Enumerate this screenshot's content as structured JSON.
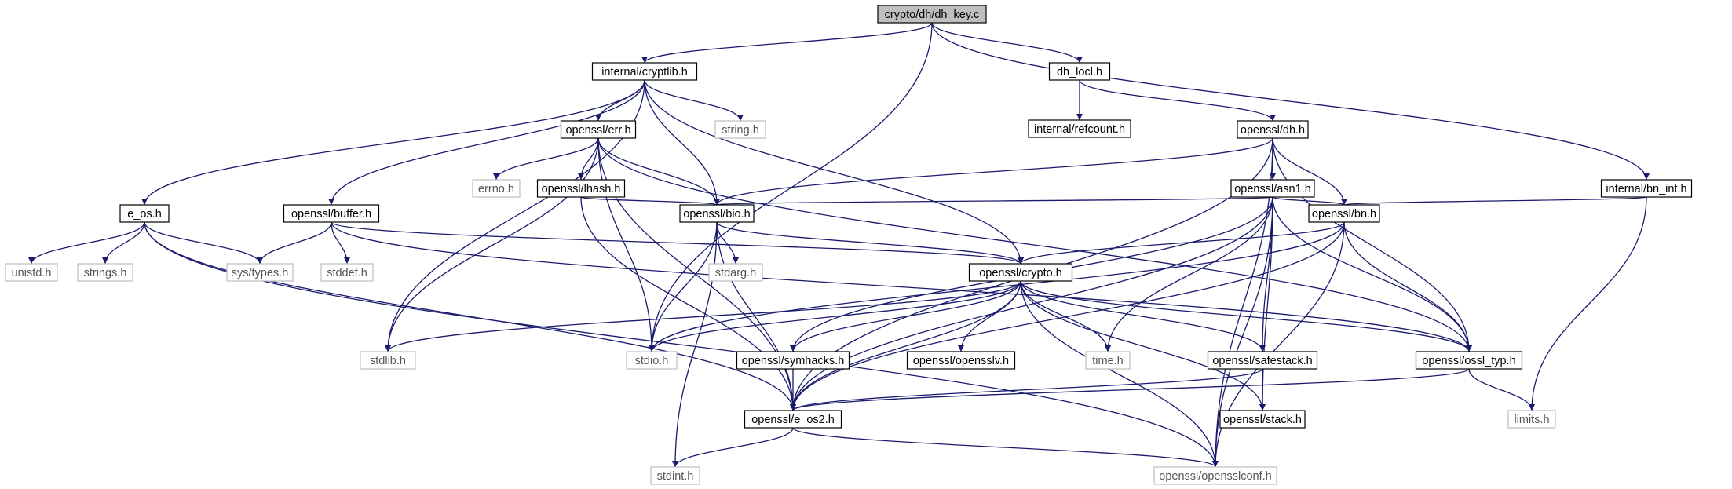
{
  "graph": {
    "colors": {
      "edge": "#1a1a6e",
      "root_fill": "#bfbfbf",
      "node_border": "#000000",
      "external_border": "#bfbfbf",
      "external_text": "#555555"
    },
    "nodes": [
      {
        "id": "dh_key_c",
        "label": "crypto/dh/dh_key.c",
        "kind": "root"
      },
      {
        "id": "internal_cryptlib_h",
        "label": "internal/cryptlib.h",
        "kind": "file"
      },
      {
        "id": "dh_locl_h",
        "label": "dh_locl.h",
        "kind": "file"
      },
      {
        "id": "internal_refcount_h",
        "label": "internal/refcount.h",
        "kind": "file"
      },
      {
        "id": "openssl_err_h",
        "label": "openssl/err.h",
        "kind": "file"
      },
      {
        "id": "string_h",
        "label": "string.h",
        "kind": "external"
      },
      {
        "id": "openssl_dh_h",
        "label": "openssl/dh.h",
        "kind": "file"
      },
      {
        "id": "errno_h",
        "label": "errno.h",
        "kind": "external"
      },
      {
        "id": "openssl_lhash_h",
        "label": "openssl/lhash.h",
        "kind": "file"
      },
      {
        "id": "openssl_asn1_h",
        "label": "openssl/asn1.h",
        "kind": "file"
      },
      {
        "id": "internal_bn_int_h",
        "label": "internal/bn_int.h",
        "kind": "file"
      },
      {
        "id": "e_os_h",
        "label": "e_os.h",
        "kind": "file"
      },
      {
        "id": "openssl_buffer_h",
        "label": "openssl/buffer.h",
        "kind": "file"
      },
      {
        "id": "openssl_bio_h",
        "label": "openssl/bio.h",
        "kind": "file"
      },
      {
        "id": "openssl_bn_h",
        "label": "openssl/bn.h",
        "kind": "file"
      },
      {
        "id": "unistd_h",
        "label": "unistd.h",
        "kind": "external"
      },
      {
        "id": "strings_h",
        "label": "strings.h",
        "kind": "external"
      },
      {
        "id": "sys_types_h",
        "label": "sys/types.h",
        "kind": "external"
      },
      {
        "id": "stddef_h",
        "label": "stddef.h",
        "kind": "external"
      },
      {
        "id": "stdarg_h",
        "label": "stdarg.h",
        "kind": "external"
      },
      {
        "id": "openssl_crypto_h",
        "label": "openssl/crypto.h",
        "kind": "file"
      },
      {
        "id": "stdlib_h",
        "label": "stdlib.h",
        "kind": "external"
      },
      {
        "id": "stdio_h",
        "label": "stdio.h",
        "kind": "external"
      },
      {
        "id": "openssl_symhacks_h",
        "label": "openssl/symhacks.h",
        "kind": "file"
      },
      {
        "id": "openssl_opensslv_h",
        "label": "openssl/opensslv.h",
        "kind": "file"
      },
      {
        "id": "time_h",
        "label": "time.h",
        "kind": "external"
      },
      {
        "id": "openssl_safestack_h",
        "label": "openssl/safestack.h",
        "kind": "file"
      },
      {
        "id": "openssl_ossl_typ_h",
        "label": "openssl/ossl_typ.h",
        "kind": "file"
      },
      {
        "id": "openssl_e_os2_h",
        "label": "openssl/e_os2.h",
        "kind": "file"
      },
      {
        "id": "openssl_stack_h",
        "label": "openssl/stack.h",
        "kind": "file"
      },
      {
        "id": "limits_h",
        "label": "limits.h",
        "kind": "external"
      },
      {
        "id": "stdint_h",
        "label": "stdint.h",
        "kind": "external"
      },
      {
        "id": "openssl_opensslconf_h",
        "label": "openssl/opensslconf.h",
        "kind": "external"
      }
    ],
    "edges": [
      [
        "dh_key_c",
        "internal_cryptlib_h"
      ],
      [
        "dh_key_c",
        "dh_locl_h"
      ],
      [
        "dh_key_c",
        "internal_bn_int_h"
      ],
      [
        "dh_key_c",
        "stdio_h"
      ],
      [
        "internal_cryptlib_h",
        "e_os_h"
      ],
      [
        "internal_cryptlib_h",
        "stdlib_h"
      ],
      [
        "internal_cryptlib_h",
        "openssl_buffer_h"
      ],
      [
        "internal_cryptlib_h",
        "openssl_err_h"
      ],
      [
        "internal_cryptlib_h",
        "openssl_bio_h"
      ],
      [
        "internal_cryptlib_h",
        "string_h"
      ],
      [
        "internal_cryptlib_h",
        "openssl_crypto_h"
      ],
      [
        "dh_locl_h",
        "internal_refcount_h"
      ],
      [
        "dh_locl_h",
        "openssl_dh_h"
      ],
      [
        "openssl_err_h",
        "stdlib_h"
      ],
      [
        "openssl_err_h",
        "openssl_e_os2_h"
      ],
      [
        "openssl_err_h",
        "errno_h"
      ],
      [
        "openssl_err_h",
        "openssl_lhash_h"
      ],
      [
        "openssl_err_h",
        "stdio_h"
      ],
      [
        "openssl_err_h",
        "openssl_bio_h"
      ],
      [
        "openssl_err_h",
        "openssl_ossl_typ_h"
      ],
      [
        "openssl_lhash_h",
        "openssl_bio_h"
      ],
      [
        "openssl_lhash_h",
        "openssl_e_os2_h"
      ],
      [
        "openssl_dh_h",
        "openssl_bio_h"
      ],
      [
        "openssl_dh_h",
        "openssl_e_os2_h"
      ],
      [
        "openssl_dh_h",
        "openssl_asn1_h"
      ],
      [
        "openssl_dh_h",
        "openssl_bn_h"
      ],
      [
        "openssl_dh_h",
        "openssl_ossl_typ_h"
      ],
      [
        "openssl_dh_h",
        "openssl_opensslconf_h"
      ],
      [
        "openssl_asn1_h",
        "openssl_bio_h"
      ],
      [
        "openssl_asn1_h",
        "openssl_bn_h"
      ],
      [
        "openssl_asn1_h",
        "openssl_symhacks_h"
      ],
      [
        "openssl_asn1_h",
        "time_h"
      ],
      [
        "openssl_asn1_h",
        "openssl_e_os2_h"
      ],
      [
        "openssl_asn1_h",
        "openssl_safestack_h"
      ],
      [
        "openssl_asn1_h",
        "openssl_ossl_typ_h"
      ],
      [
        "openssl_asn1_h",
        "openssl_stack_h"
      ],
      [
        "openssl_asn1_h",
        "openssl_opensslconf_h"
      ],
      [
        "internal_bn_int_h",
        "openssl_bn_h"
      ],
      [
        "internal_bn_int_h",
        "limits_h"
      ],
      [
        "e_os_h",
        "unistd_h"
      ],
      [
        "e_os_h",
        "strings_h"
      ],
      [
        "e_os_h",
        "sys_types_h"
      ],
      [
        "e_os_h",
        "openssl_e_os2_h"
      ],
      [
        "e_os_h",
        "openssl_opensslconf_h"
      ],
      [
        "openssl_buffer_h",
        "sys_types_h"
      ],
      [
        "openssl_buffer_h",
        "stddef_h"
      ],
      [
        "openssl_buffer_h",
        "openssl_crypto_h"
      ],
      [
        "openssl_buffer_h",
        "openssl_ossl_typ_h"
      ],
      [
        "openssl_bio_h",
        "stdarg_h"
      ],
      [
        "openssl_bio_h",
        "stdio_h"
      ],
      [
        "openssl_bio_h",
        "stdint_h"
      ],
      [
        "openssl_bio_h",
        "openssl_e_os2_h"
      ],
      [
        "openssl_bio_h",
        "openssl_crypto_h"
      ],
      [
        "openssl_bn_h",
        "stdio_h"
      ],
      [
        "openssl_bn_h",
        "openssl_crypto_h"
      ],
      [
        "openssl_bn_h",
        "openssl_e_os2_h"
      ],
      [
        "openssl_bn_h",
        "openssl_ossl_typ_h"
      ],
      [
        "openssl_bn_h",
        "openssl_opensslconf_h"
      ],
      [
        "openssl_crypto_h",
        "stdlib_h"
      ],
      [
        "openssl_crypto_h",
        "stdio_h"
      ],
      [
        "openssl_crypto_h",
        "openssl_symhacks_h"
      ],
      [
        "openssl_crypto_h",
        "openssl_opensslv_h"
      ],
      [
        "openssl_crypto_h",
        "time_h"
      ],
      [
        "openssl_crypto_h",
        "openssl_safestack_h"
      ],
      [
        "openssl_crypto_h",
        "openssl_ossl_typ_h"
      ],
      [
        "openssl_crypto_h",
        "openssl_e_os2_h"
      ],
      [
        "openssl_crypto_h",
        "openssl_stack_h"
      ],
      [
        "openssl_crypto_h",
        "openssl_opensslconf_h"
      ],
      [
        "openssl_symhacks_h",
        "openssl_e_os2_h"
      ],
      [
        "openssl_safestack_h",
        "openssl_stack_h"
      ],
      [
        "openssl_safestack_h",
        "openssl_e_os2_h"
      ],
      [
        "openssl_ossl_typ_h",
        "openssl_e_os2_h"
      ],
      [
        "openssl_ossl_typ_h",
        "limits_h"
      ],
      [
        "openssl_e_os2_h",
        "stdint_h"
      ],
      [
        "openssl_e_os2_h",
        "openssl_opensslconf_h"
      ]
    ]
  }
}
